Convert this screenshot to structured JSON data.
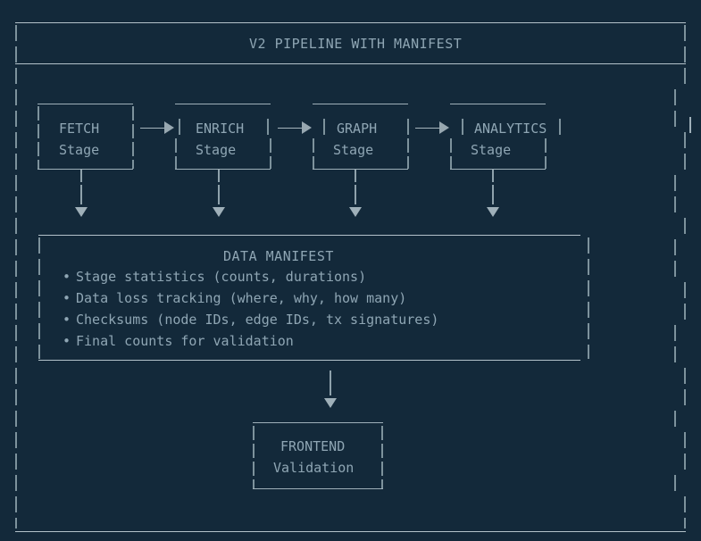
{
  "diagram": {
    "title": "V2 PIPELINE WITH MANIFEST",
    "stages": [
      {
        "name": "FETCH",
        "sub": "Stage"
      },
      {
        "name": "ENRICH",
        "sub": "Stage"
      },
      {
        "name": "GRAPH",
        "sub": "Stage"
      },
      {
        "name": "ANALYTICS",
        "sub": "Stage"
      }
    ],
    "manifest": {
      "title": "DATA MANIFEST",
      "bullet": "•",
      "items": [
        "Stage statistics (counts, durations)",
        "Data loss tracking (where, why, how many)",
        "Checksums (node IDs, edge IDs, tx signatures)",
        "Final counts for validation"
      ]
    },
    "frontend": {
      "name": "FRONTEND",
      "sub": "Validation"
    },
    "colors": {
      "background": "#13293a",
      "text": "#8fa6b4",
      "border": "#7d929c",
      "rule": "#b3c2ca",
      "arrow": "#9fb0b9"
    }
  }
}
